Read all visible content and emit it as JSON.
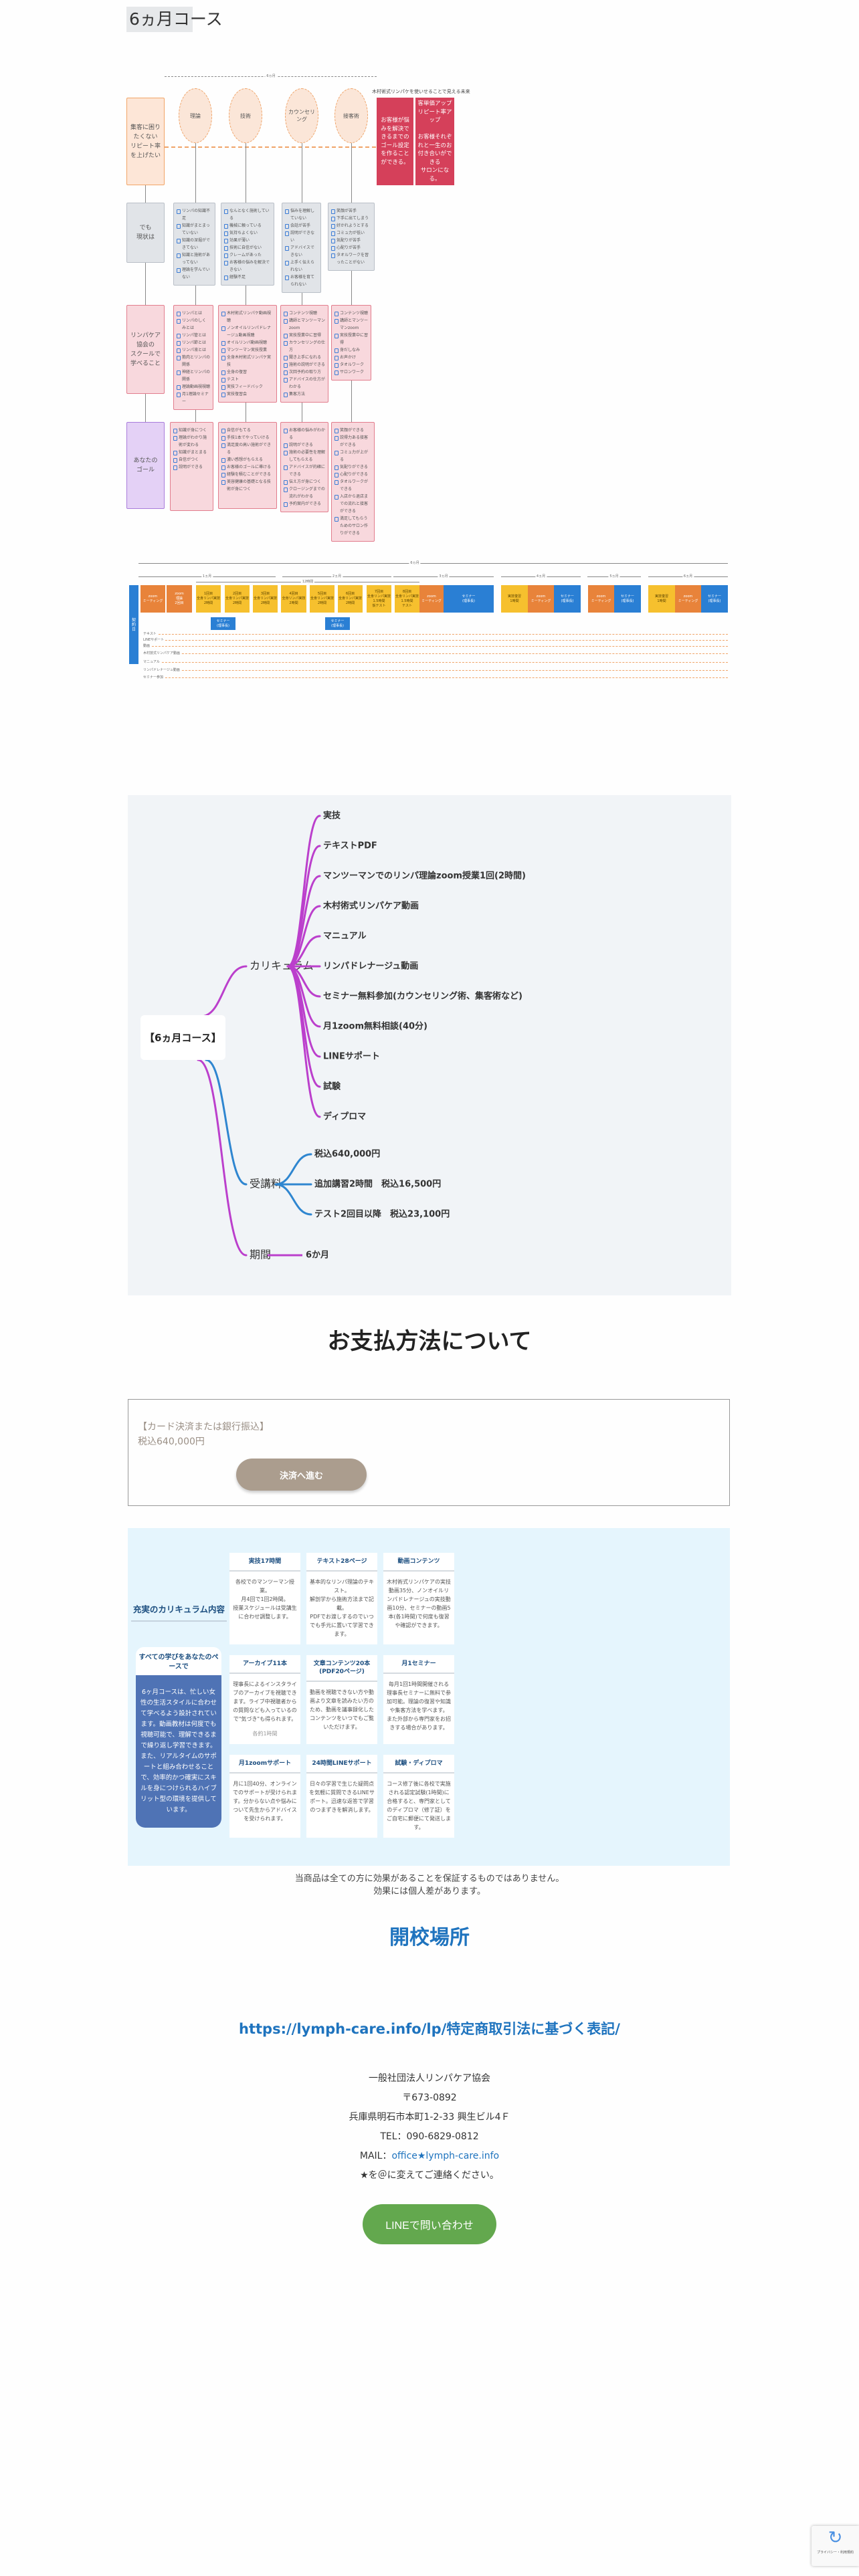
{
  "page_title": "6ヵ月コース",
  "diagram": {
    "period_label": "6ヵ月",
    "start": "集客に困りたくない\nリピート率を上げたい",
    "current": "でも\n現状は",
    "school": "リンパケア協会の\nスクールで\n学べること",
    "goal": "あなたの\nゴール",
    "future_label": "木村術式リンパケを使いせることで見える未来",
    "future": [
      "お客様が悩みを解決できるまでのゴール設定を作ることができる。",
      "客単価アップ\nリピート率アップ\n\nお客様それぞれと一生のお付き合いができる\nサロンになる。"
    ],
    "columns": [
      {
        "head": "理論",
        "problems": [
          "リンパの知識不足",
          "知識がまとまっていない",
          "知識の深堀ができてない",
          "知識と施術があってない",
          "理論を学んでいない"
        ],
        "learn": [
          "リンパとは",
          "リンパのしくみとは",
          "リンパ管とは",
          "リンパ節とは",
          "リンパ液とは",
          "筋肉とリンパの関係",
          "神経とリンパの関係",
          "理論動画視視聴",
          "月1理論セミナー"
        ],
        "goals": [
          "知識が身につく",
          "理論がわかり施術が変わる",
          "知識がまとまる",
          "自信がつく",
          "説明ができる"
        ]
      },
      {
        "head": "技術",
        "problems": [
          "なんとなく施術している",
          "機械に頼っている",
          "気持ちよくない",
          "効果が薄い",
          "技術に自信がない",
          "クレームがあった",
          "お客様の悩みを解決できない",
          "経験不足"
        ],
        "learn": [
          "木村術式リンパケ動画視聴",
          "ノンオイルリンパドレナージュ動画視聴",
          "オイルリンパ動画視聴",
          "マンツーマン実技授業",
          "全身木村術式リンパケ実技",
          "全身の復習",
          "テスト",
          "実技フィードバック",
          "実技復習会"
        ],
        "goals": [
          "自信がもてる",
          "手技1本でやっていける",
          "満足度の高い施術ができる",
          "濃い感想がもらえる",
          "お客様のゴールに導ける",
          "経験を積むことができる",
          "美容健康の基礎となる技術が身につく"
        ]
      },
      {
        "head": "カウンセリング",
        "problems": [
          "悩みを理解していない",
          "会話が苦手",
          "説明ができない",
          "アドバイスできない",
          "上手く伝えられない",
          "お客様を育てられない"
        ],
        "learn": [
          "コンテンツ視聴",
          "講師とマンツーマンzoom",
          "実技授業中に習得",
          "カウンセリングの仕方",
          "聞き上手になれる",
          "施術の説明ができる",
          "次回予約の取り方",
          "アドバイスの仕方がわかる",
          "集客方法"
        ],
        "goals": [
          "お客様の悩みがわかる",
          "説明ができる",
          "施術の必要性を理解してもらえる",
          "アドバイスが的確にできる",
          "伝え方が身につく",
          "クロージングまでの流れがわかる",
          "予約案内ができる"
        ]
      },
      {
        "head": "接客術",
        "problems": [
          "笑顔が苦手",
          "下手に出てしまう",
          "好かれようとする",
          "コミュ力が低い",
          "気配りが苦手",
          "心配りが苦手",
          "タオルワークを習ったことがない"
        ],
        "learn": [
          "コンテンツ視聴",
          "講師とマンツーマンzoom",
          "実技授業中に習得",
          "身だしなみ",
          "お声かけ",
          "タオルワーク",
          "サロンワーク"
        ],
        "goals": [
          "笑顔ができる",
          "説得力ある接客ができる",
          "コミュ力が上がる",
          "気配りができる",
          "心配りができる",
          "タオルワークができる",
          "入店から退店までの流れと接客ができる",
          "満足してもらうためのサロン作りができる"
        ]
      }
    ]
  },
  "timeline": {
    "contract": "契\n約\n日",
    "total": "6ヵ月",
    "months": [
      "1ヵ月",
      "2ヵ月",
      "3ヵ月",
      "4ヵ月",
      "5ヵ月",
      "6ヵ月"
    ],
    "hours": "12時間",
    "blocks": [
      {
        "text": "zoom\nミーティング",
        "color": "orange"
      },
      {
        "text": "zoom\n理論\n2回目",
        "color": "orange"
      },
      {
        "text": "1回目\n全身リンパ実技\n2時間",
        "color": "yellow"
      },
      {
        "text": "2回目\n全身リンパ実技\n2時間",
        "color": "yellow"
      },
      {
        "text": "3回目\n全身リンパ実技\n2時間",
        "color": "yellow"
      },
      {
        "text": "4回目\n全身リンパ実技\n2時間",
        "color": "yellow"
      },
      {
        "text": "5回目\n全身リンパ実技\n2時間",
        "color": "yellow"
      },
      {
        "text": "6回目\n全身リンパ実技\n2時間",
        "color": "yellow"
      },
      {
        "text": "7回目\n全身リンパ実技\n1.5時間\n仮テスト",
        "color": "yellow"
      },
      {
        "text": "8回目\n全身リンパ実技\n1.5時間\nテスト",
        "color": "yellow"
      },
      {
        "text": "zoom\nミーティング",
        "color": "orange"
      },
      {
        "text": "セミナー\n(理事長)",
        "color": "blue"
      },
      {
        "text": "実技復習\n1時間",
        "color": "yellow"
      },
      {
        "text": "zoom\nミーティング",
        "color": "orange"
      },
      {
        "text": "セミナー\n(理事長)",
        "color": "blue"
      },
      {
        "text": "zoom\nミーティング",
        "color": "orange"
      },
      {
        "text": "セミナー\n(理事長)",
        "color": "blue"
      },
      {
        "text": "実技復習\n1時間",
        "color": "yellow"
      },
      {
        "text": "zoom\nミーティング",
        "color": "orange"
      },
      {
        "text": "セミナー\n(理事長)",
        "color": "blue"
      }
    ],
    "seminars": [
      "セミナー\n(理事長)",
      "セミナー\n(理事長)"
    ],
    "tracks": [
      "テキスト",
      "LINEサポート",
      "動画",
      "木村技式リンパケア動画",
      "マニュアル",
      "リンパドレナージュ動画",
      "セミナー参加"
    ]
  },
  "mindmap": {
    "root": "【6ヵ月コース】",
    "curriculum": {
      "label": "カリキュラム",
      "items": [
        "実技",
        "テキストPDF",
        "マンツーマンでのリンパ理論zoom授業1回(2時間)",
        "木村術式リンパケア動画",
        "マニュアル",
        "リンパドレナージュ動画",
        "セミナー無料参加(カウンセリング術、集客術など)",
        "月1zoom無料相談(40分)",
        "LINEサポート",
        "試験",
        "ディプロマ"
      ]
    },
    "fee": {
      "label": "受講料",
      "items": [
        "税込640,000円",
        "追加講習2時間　税込16,500円",
        "テスト2回目以降　税込23,100円"
      ]
    },
    "period": {
      "label": "期間",
      "items": [
        "6か月"
      ]
    },
    "colors": {
      "purple": "#bb3fcc",
      "blue": "#2f86d0"
    }
  },
  "payment": {
    "title": "お支払方法について",
    "method": "【カード決済または銀行振込】",
    "price": "税込640,000円",
    "button": "決済へ進む"
  },
  "curriculum": {
    "title": "充実のカリキュラム内容",
    "pace_title": "すべての学びをあなたのペースで",
    "pace_text": "6ヶ月コースは、忙しい女性の生活スタイルに合わせて学べるよう設計されています。動画教材は何度でも視聴可能で、理解できるまで繰り返し学習できます。また、リアルタイムのサポートと組み合わせることで、効率的かつ確実にスキルを身につけられるハイブリット型の環境を提供しています。",
    "cards": [
      {
        "title": "実技17時間",
        "body": "各校でのマンツーマン授業。\n月4回で1回2時間。\n授業スケジュールは受講生に合わせ調整します。"
      },
      {
        "title": "テキスト28ページ",
        "body": "基本的なリンパ理論のテキスト。\n解剖学から施術方法まで記載。\nPDFでお渡しするのでいつでも手元に置いて学習できます。"
      },
      {
        "title": "動画コンテンツ",
        "body": "木村術式リンパケアの実技動画35分、ノンオイルリンパドレナージュの実技動画10分、セミナーの動画5本(各1時間)で何度も復習や確認ができます。"
      },
      {
        "title": "アーカイブ11本",
        "body": "理事長によるインスタライブのアーカイブを視聴できます。ライブ中視聴者からの質問なども入っているので\"気づき\"も得られます。",
        "note": "各約1時間"
      },
      {
        "title": "文章コンテンツ20本(PDF20ページ)",
        "body": "動画を視聴できない方や動画より文章を読みたい方のため、動画を議事録化したコンテンツをいつでもご覧いただけます。"
      },
      {
        "title": "月1セミナー",
        "body": "毎月1回1時間開催される理事長セミナーに無料で参加可能。理論の復習や知識や集客方法を学べます。\nまた外部から専門家をお招きする場合があります。"
      },
      {
        "title": "月1zoomサポート",
        "body": "月に1回40分、オンラインでのサポートが受けられます。分からない点や悩みについて先生からアドバイスを受けられます。"
      },
      {
        "title": "24時間LINEサポート",
        "body": "日々の学習で生じた疑問点を気軽に質問できるLINEサポート。迅速な返答で学習のつまずきを解消します。"
      },
      {
        "title": "試験・ディプロマ",
        "body": "コース修了後に各校で実施される認定試験(1時間)に合格すると、専門家としてのディプロマ（修了証）をご自宅に郵便にて発送します。"
      }
    ]
  },
  "disclaimer": [
    "当商品は全ての方に効果があることを保証するものではありません。",
    "効果には個人差があります。"
  ],
  "location": {
    "title": "開校場所",
    "law_link": "https://lymph-care.info/lp/特定商取引法に基づく表記/",
    "org": "一般社団法人リンパケア協会",
    "zip": "〒673-0892",
    "address": "兵庫県明石市本町1-2-33 興生ビル4Ｆ",
    "tel": "TEL：090-6829-0812",
    "mail_label": "MAIL：",
    "mail": "office★lymph-care.info",
    "mail_note": "★を＠に変えてご連絡ください。",
    "line_button": "LINEで問い合わせ"
  },
  "recaptcha": {
    "text": "プライバシー・利用規約"
  }
}
